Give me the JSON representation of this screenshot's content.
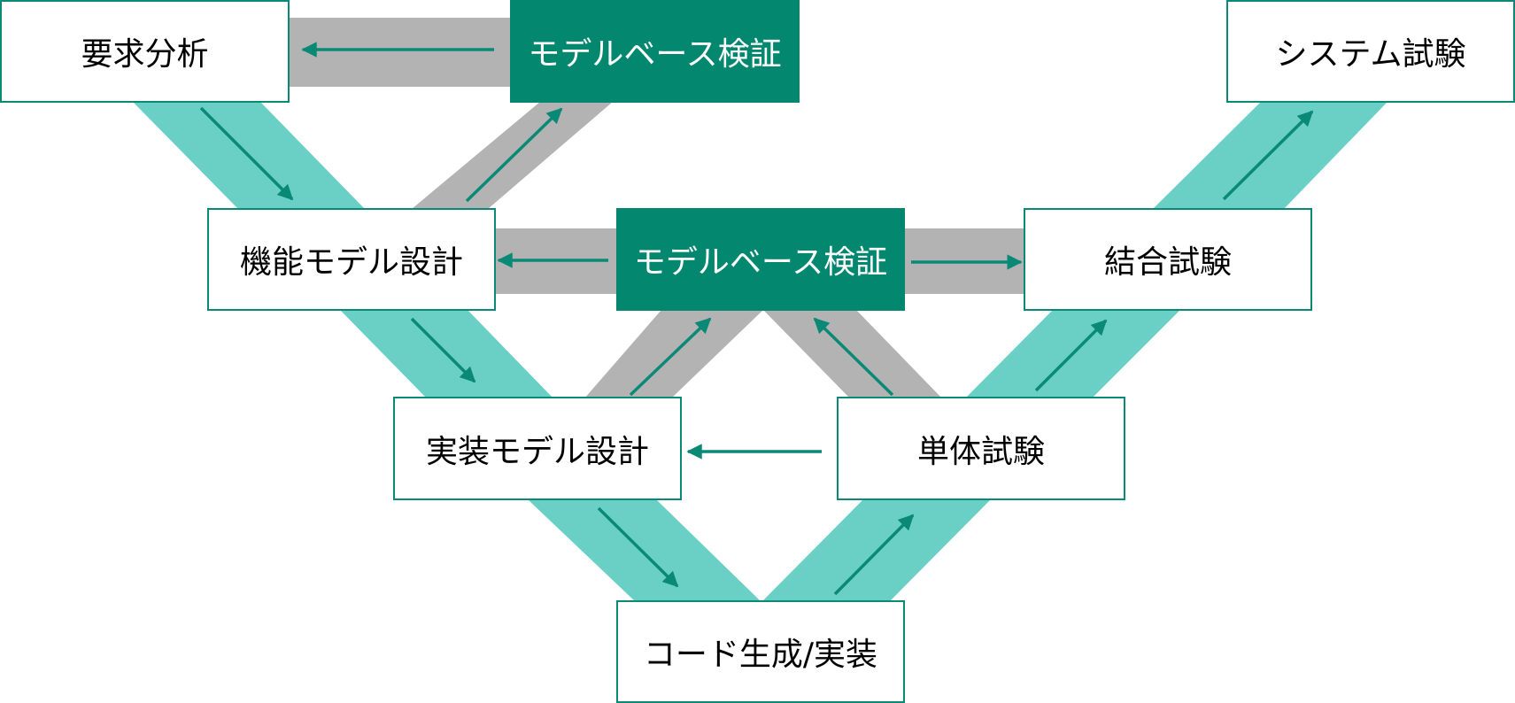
{
  "colors": {
    "teal_band": "#6acfc5",
    "gray_band": "#b3b3b3",
    "arrow": "#0a8a76",
    "node_border": "#0a8a76",
    "verify_fill": "#04876f",
    "verify_text": "#ffffff"
  },
  "nodes": {
    "requirements_analysis": "要求分析",
    "model_verification_top": "モデルベース検証",
    "system_test": "システム試験",
    "functional_model_design": "機能モデル設計",
    "model_verification_middle": "モデルベース検証",
    "integration_test": "結合試験",
    "implementation_model_design": "実装モデル設計",
    "unit_test": "単体試験",
    "code_generation": "コード生成/実装"
  }
}
